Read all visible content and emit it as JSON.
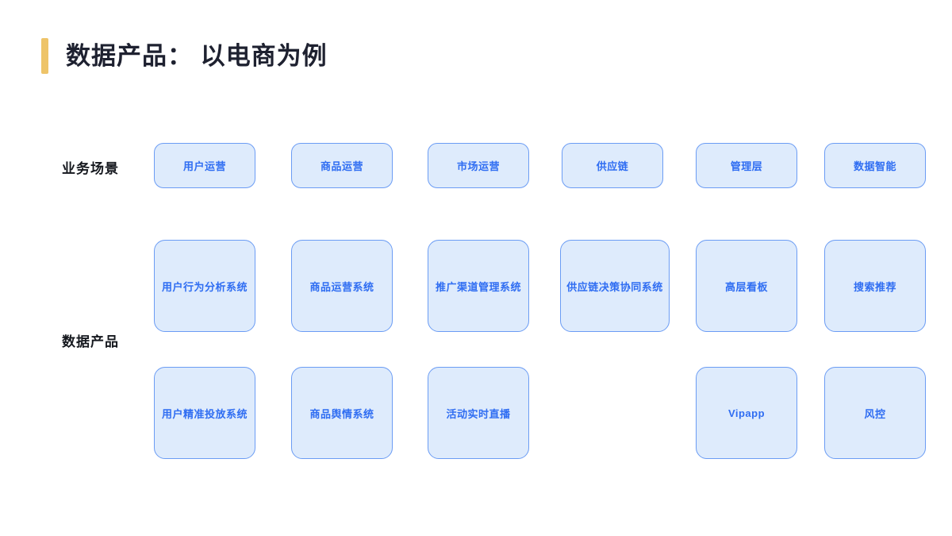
{
  "title": {
    "text": "数据产品： 以电商为例"
  },
  "colors": {
    "accent_bar": "#EEC469",
    "box_fill": "#DEEBFC",
    "box_border": "#6B9CF4",
    "box_text": "#2F6DF2",
    "title_text": "#1E2130"
  },
  "scenario_row": {
    "label": "业务场景",
    "items": [
      {
        "label": "用户运营"
      },
      {
        "label": "商品运营"
      },
      {
        "label": "市场运营"
      },
      {
        "label": "供应链"
      },
      {
        "label": "管理层"
      },
      {
        "label": "数据智能"
      }
    ]
  },
  "product_rows": {
    "label": "数据产品",
    "row1": [
      {
        "label": "用户行为分析系统"
      },
      {
        "label": "商品运营系统"
      },
      {
        "label": "推广渠道管理系统"
      },
      {
        "label": "供应链决策协同系统"
      },
      {
        "label": "高层看板"
      },
      {
        "label": "搜索推荐"
      }
    ],
    "row2": [
      {
        "label": "用户精准投放系统"
      },
      {
        "label": "商品舆情系统"
      },
      {
        "label": "活动实时直播"
      },
      {
        "label": "Vipapp"
      },
      {
        "label": "风控"
      }
    ]
  }
}
